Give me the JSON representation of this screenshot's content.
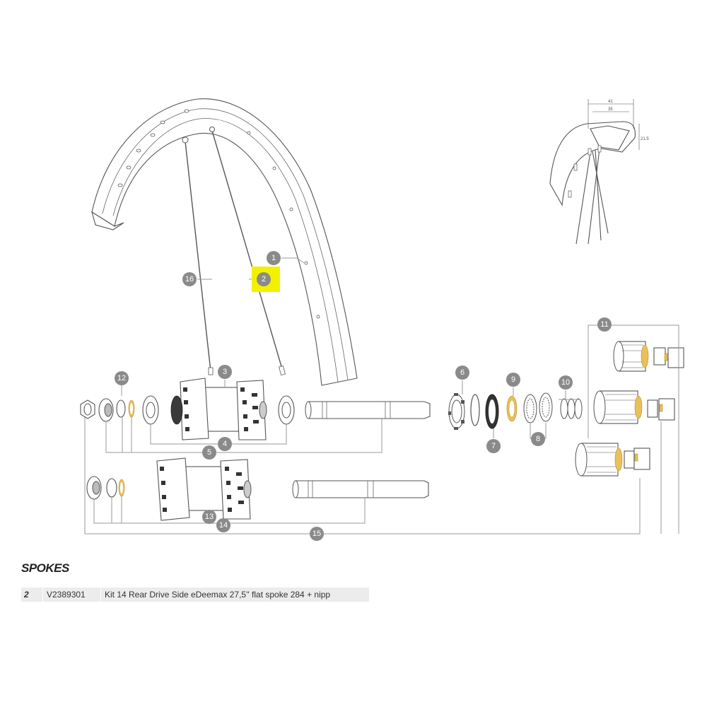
{
  "diagram": {
    "callouts": [
      "1",
      "2",
      "3",
      "4",
      "5",
      "6",
      "7",
      "8",
      "9",
      "10",
      "11",
      "12",
      "13",
      "14",
      "15",
      "16"
    ],
    "highlighted_callout": "2",
    "inset_dimensions": [
      "41",
      "35",
      "21.5"
    ],
    "colors": {
      "callout": "#8a8a8a",
      "highlight": "#f3f100",
      "bearing_seal": "#e9c05a",
      "line": "#555555"
    }
  },
  "section": {
    "title": "SPOKES"
  },
  "parts_table": {
    "rows": [
      {
        "item": "2",
        "code": "V2389301",
        "description": "Kit 14 Rear Drive Side eDeemax 27,5'' flat spoke 284 + nipp"
      }
    ]
  }
}
